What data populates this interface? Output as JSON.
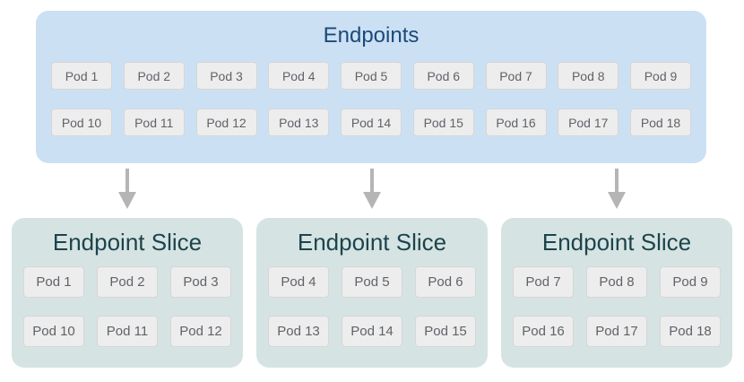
{
  "colors": {
    "page_bg": "#ffffff",
    "endpoints_bg": "#cce0f4",
    "endpoints_title": "#1a4a7a",
    "slice_bg": "#d5e4e2",
    "slice_title": "#1d434d",
    "pod_bg": "#ededed",
    "pod_border": "#d6d6d6",
    "pod_text": "#5f6368",
    "arrow": "#b5b5b5"
  },
  "endpoints": {
    "title": "Endpoints",
    "pods_row1": [
      "Pod 1",
      "Pod 2",
      "Pod 3",
      "Pod 4",
      "Pod 5",
      "Pod 6",
      "Pod 7",
      "Pod 8",
      "Pod 9"
    ],
    "pods_row2": [
      "Pod 10",
      "Pod 11",
      "Pod 12",
      "Pod 13",
      "Pod 14",
      "Pod 15",
      "Pod 16",
      "Pod 17",
      "Pod 18"
    ]
  },
  "slices": [
    {
      "title": "Endpoint Slice",
      "pods_row1": [
        "Pod 1",
        "Pod 2",
        "Pod 3"
      ],
      "pods_row2": [
        "Pod 10",
        "Pod 11",
        "Pod 12"
      ]
    },
    {
      "title": "Endpoint Slice",
      "pods_row1": [
        "Pod 4",
        "Pod 5",
        "Pod 6"
      ],
      "pods_row2": [
        "Pod 13",
        "Pod 14",
        "Pod 15"
      ]
    },
    {
      "title": "Endpoint Slice",
      "pods_row1": [
        "Pod 7",
        "Pod 8",
        "Pod 9"
      ],
      "pods_row2": [
        "Pod 16",
        "Pod 17",
        "Pod 18"
      ]
    }
  ]
}
